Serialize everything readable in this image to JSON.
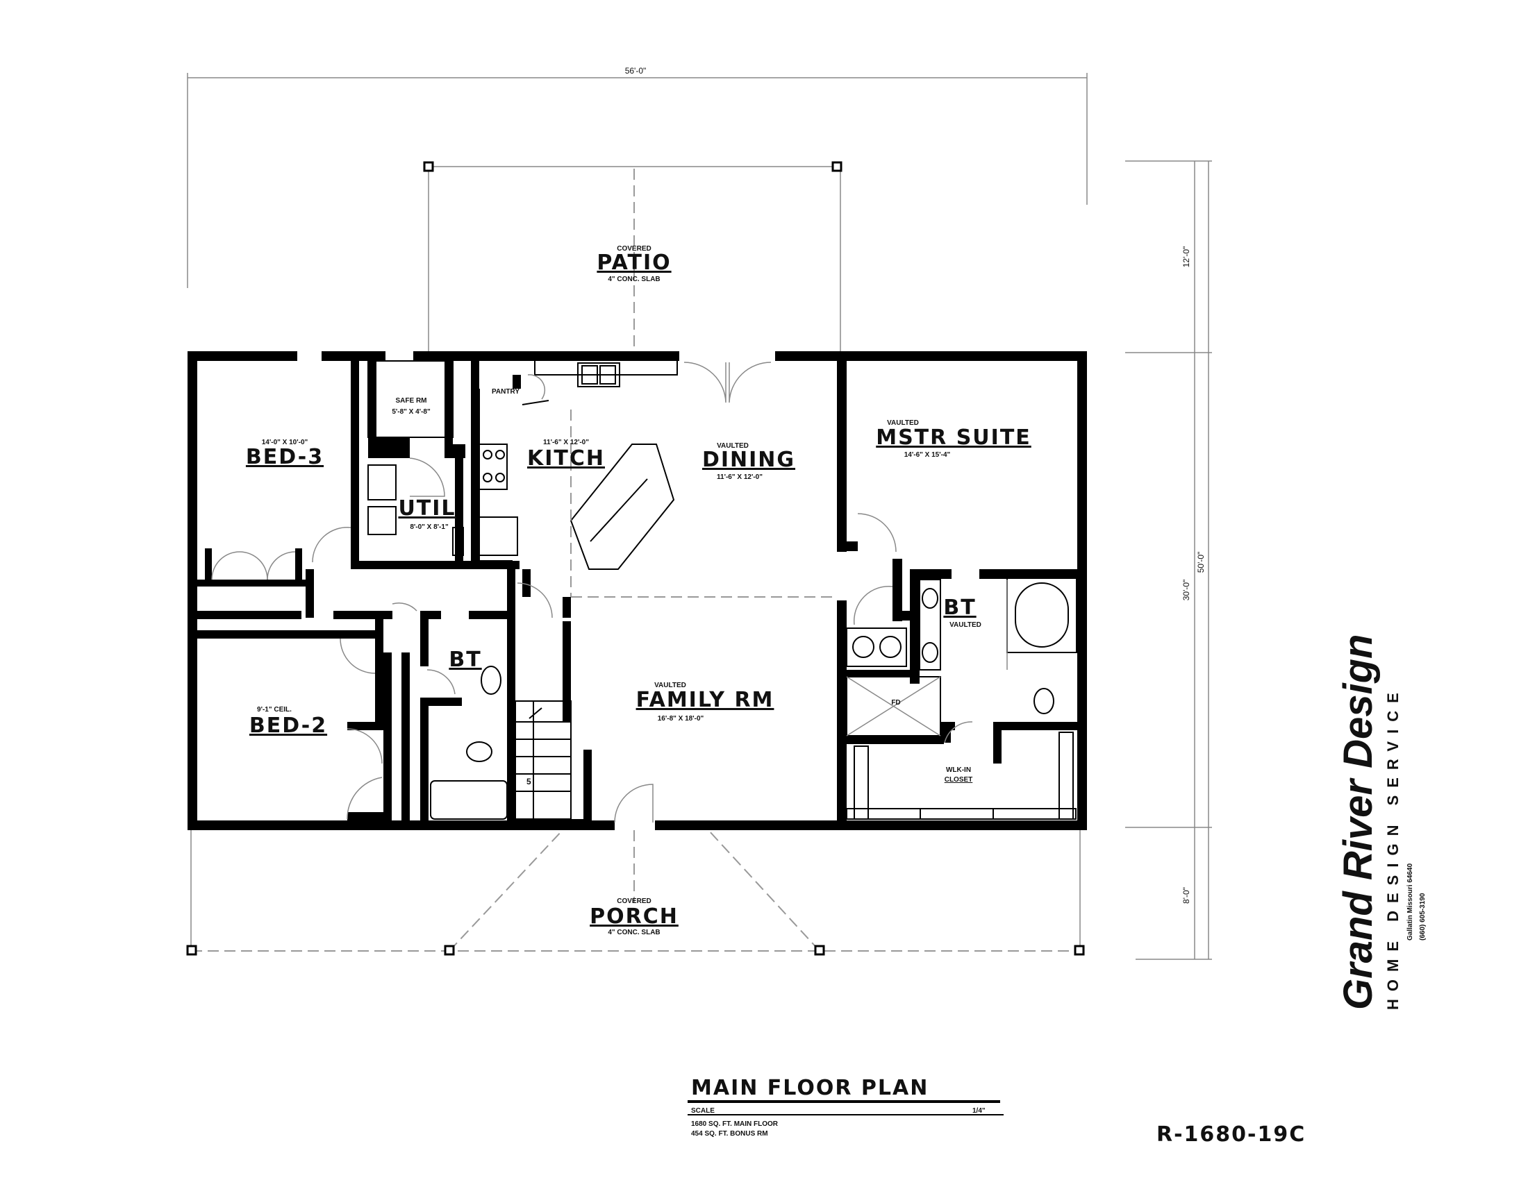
{
  "dimensions": {
    "overall_width": "56'-0\"",
    "right_top": "12'-0\"",
    "right_middle": "30'-0\"",
    "right_total": "50'-0\"",
    "right_bottom": "8'-0\""
  },
  "rooms": {
    "patio": {
      "note": "COVERED",
      "name": "PATIO",
      "slab": "4\" CONC. SLAB"
    },
    "bed3": {
      "size": "14'-0\" X 10'-0\"",
      "name": "BED-3"
    },
    "safe_rm": {
      "name": "SAFE RM",
      "size": "5'-8\" X 4'-8\""
    },
    "pantry": {
      "name": "PANTRY"
    },
    "kitch": {
      "size": "11'-6\" X 12'-0\"",
      "name": "KITCH"
    },
    "util": {
      "name": "UTIL",
      "size": "8'-0\" X 8'-1\""
    },
    "dining": {
      "note": "VAULTED",
      "name": "DINING",
      "size": "11'-6\" X 12'-0\""
    },
    "mstr": {
      "note": "VAULTED",
      "name": "MSTR SUITE",
      "size": "14'-6\" X 15'-4\""
    },
    "bt_main": {
      "name": "BT"
    },
    "bt_mstr": {
      "name": "BT",
      "note": "VAULTED"
    },
    "family": {
      "note": "VAULTED",
      "name": "FAMILY RM",
      "size": "16'-8\" X 18'-0\""
    },
    "bed2": {
      "note": "9'-1\" CEIL.",
      "name": "BED-2"
    },
    "fd": {
      "name": "FD"
    },
    "closet": {
      "name": "WLK-IN",
      "name2": "CLOSET"
    },
    "stair": {
      "count": "5"
    },
    "porch": {
      "note": "COVERED",
      "name": "PORCH",
      "slab": "4\" CONC. SLAB"
    }
  },
  "title_block": {
    "title": "MAIN FLOOR PLAN",
    "scale_label": "SCALE",
    "scale_value": "1/4\"",
    "area_main": "1680 SQ. FT. MAIN FLOOR",
    "area_bonus": "454 SQ. FT. BONUS RM",
    "plan_number": "R-1680-19C"
  },
  "company": {
    "name": "Grand River Design",
    "tagline": "HOME DESIGN SERVICE",
    "city": "Gallatin Missouri 64640",
    "phone": "(660) 605-3190"
  }
}
